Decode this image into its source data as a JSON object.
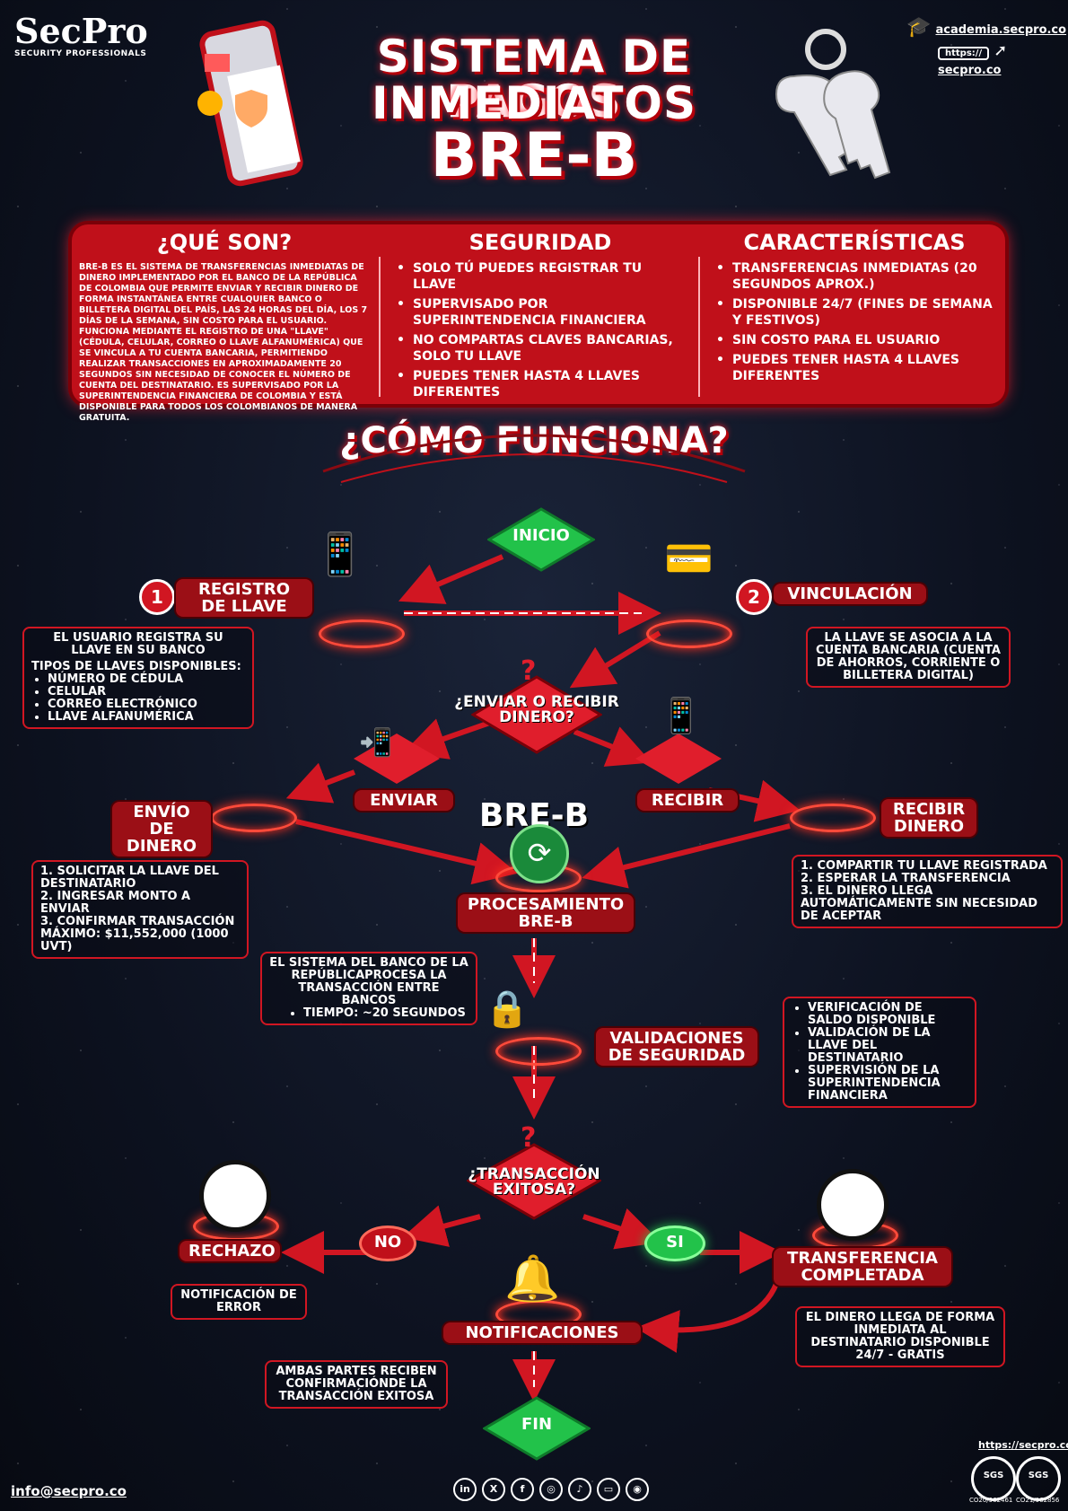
{
  "header": {
    "logo": "SecPro",
    "logo_tagline": "SECURITY PROFESSIONALS",
    "link_academia": "academia.secpro.co",
    "url_badge": "https://",
    "link_site": "secpro.co",
    "title_line1": "SISTEMA DE PAGOS",
    "title_line2": "INMEDIATOS",
    "title_line3": "BRE-B"
  },
  "panel": {
    "que_son": {
      "heading": "¿QUÉ SON?",
      "text": "BRE-B ES EL SISTEMA DE TRANSFERENCIAS INMEDIATAS DE DINERO IMPLEMENTADO POR EL BANCO DE LA REPÚBLICA DE COLOMBIA QUE PERMITE ENVIAR Y RECIBIR DINERO DE FORMA INSTANTÁNEA ENTRE CUALQUIER BANCO O BILLETERA DIGITAL DEL PAÍS, LAS 24 HORAS DEL DÍA, LOS 7 DÍAS DE LA SEMANA, SIN COSTO PARA EL USUARIO. FUNCIONA MEDIANTE EL REGISTRO DE UNA \"LLAVE\" (CÉDULA, CELULAR, CORREO O LLAVE ALFANUMÉRICA) QUE SE VINCULA A TU CUENTA BANCARIA, PERMITIENDO REALIZAR TRANSACCIONES EN APROXIMADAMENTE 20 SEGUNDOS SIN NECESIDAD DE CONOCER EL NÚMERO DE CUENTA DEL DESTINATARIO. ES SUPERVISADO POR LA SUPERINTENDENCIA FINANCIERA DE COLOMBIA Y ESTÁ DISPONIBLE PARA TODOS LOS COLOMBIANOS DE MANERA GRATUITA."
    },
    "seguridad": {
      "heading": "SEGURIDAD",
      "items": [
        "SOLO TÚ PUEDES REGISTRAR TU LLAVE",
        "SUPERVISADO POR SUPERINTENDENCIA FINANCIERA",
        "NO COMPARTAS CLAVES BANCARIAS, SOLO TU LLAVE",
        "PUEDES TENER HASTA 4 LLAVES DIFERENTES"
      ]
    },
    "caracteristicas": {
      "heading": "CARACTERÍSTICAS",
      "items": [
        "TRANSFERENCIAS INMEDIATAS (20 SEGUNDOS APROX.)",
        "DISPONIBLE 24/7 (FINES DE SEMANA Y FESTIVOS)",
        "SIN COSTO PARA EL USUARIO",
        "PUEDES TENER HASTA 4 LLAVES DIFERENTES"
      ]
    }
  },
  "flow": {
    "heading": "¿CÓMO FUNCIONA?",
    "inicio": "INICIO",
    "step1_num": "1",
    "step1": "REGISTRO DE LLAVE",
    "step1_box_title": "EL USUARIO REGISTRA SU LLAVE EN SU BANCO",
    "step1_box_sub": "TIPOS DE LLAVES DISPONIBLES:",
    "step1_box_items": [
      "NÚMERO DE CÉDULA",
      "CELULAR",
      "CORREO ELECTRÓNICO",
      "LLAVE ALFANUMÉRICA"
    ],
    "step2_num": "2",
    "step2": "VINCULACIÓN",
    "step2_box": "LA LLAVE SE ASOCIA A LA CUENTA BANCARIA (CUENTA DE AHORROS, CORRIENTE O BILLETERA DIGITAL)",
    "decision1_mark": "?",
    "decision1": "¿ENVIAR O RECIBIR DINERO?",
    "enviar": "ENVIAR",
    "recibir": "RECIBIR",
    "envio": "ENVÍO DE DINERO",
    "envio_box": [
      "1. SOLICITAR LA LLAVE DEL DESTINATARIO",
      "2. INGRESAR MONTO A ENVIAR",
      "3. CONFIRMAR TRANSACCIÓN",
      "MÁXIMO: $11,552,000 (1000 UVT)"
    ],
    "recibir_dinero": "RECIBIR DINERO",
    "recibir_box": [
      "1. COMPARTIR TU LLAVE REGISTRADA",
      "2. ESPERAR LA TRANSFERENCIA",
      "3. EL DINERO LLEGA AUTOMÁTICAMENTE SIN NECESIDAD DE ACEPTAR"
    ],
    "center_brand": "BRE-B",
    "procesamiento": "PROCESAMIENTO BRE-B",
    "proc_box_text": "EL SISTEMA DEL BANCO DE LA REPÚBLICAPROCESA LA TRANSACCIÓN ENTRE BANCOS",
    "proc_box_item": "TIEMPO: ~20 SEGUNDOS",
    "validaciones": "VALIDACIONES DE SEGURIDAD",
    "valid_box": [
      "VERIFICACIÓN DE SALDO DISPONIBLE",
      "VALIDACIÓN DE LA LLAVE DEL DESTINATARIO",
      "SUPERVISIÓN DE LA SUPERINTENDENCIA FINANCIERA"
    ],
    "decision2_mark": "?",
    "decision2": "¿TRANSACCIÓN EXITOSA?",
    "no": "NO",
    "si": "SI",
    "rechazo": "RECHAZO",
    "rechazo_box": "NOTIFICACIÓN DE ERROR",
    "completada": "TRANSFERENCIA COMPLETADA",
    "completada_box": "EL DINERO LLEGA DE FORMA INMEDIATA AL DESTINATARIO DISPONIBLE 24/7 - GRATIS",
    "notificaciones": "NOTIFICACIONES",
    "notif_box": "AMBAS PARTES RECIBEN CONFIRMACIÓNDE LA TRANSACCIÓN EXITOSA",
    "fin": "FIN"
  },
  "footer": {
    "email": "info@secpro.co",
    "site": "https://secpro.co",
    "social": [
      "in",
      "X",
      "f",
      "◎",
      "♪",
      "▭",
      "◉"
    ],
    "cert1": "CO20/962461",
    "cert2": "CO21/962856",
    "cert_label": "SGS"
  },
  "colors": {
    "accent": "#c0101a",
    "green": "#22c24a",
    "bell": "#ffcc00"
  }
}
